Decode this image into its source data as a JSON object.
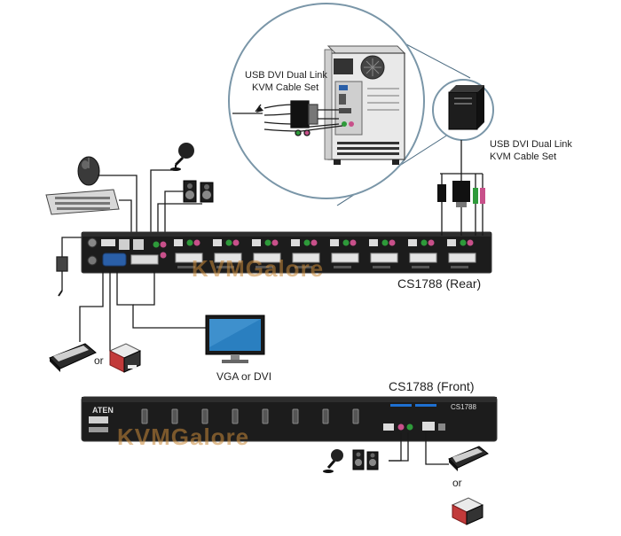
{
  "labels": {
    "cable_set_zoom_line1": "USB DVI Dual Link",
    "cable_set_zoom_line2": "KVM Cable Set",
    "cable_set_right_line1": "USB DVI Dual Link",
    "cable_set_right_line2": "KVM Cable Set",
    "rear_title": "CS1788 (Rear)",
    "front_title": "CS1788 (Front)",
    "monitor_caption": "VGA or DVI",
    "or_left": "or",
    "or_right": "or"
  },
  "front_panel": {
    "brand": "ATEN",
    "model": "CS1788"
  },
  "watermark": "KVMGalore",
  "colors": {
    "line": "#1a1a1a",
    "circle_outline": "#7a96a8",
    "zoom_line": "#4a6a80",
    "chassis": "#1c1c1c",
    "chassis_edge": "#3a3a3a",
    "port_green": "#2e9a3a",
    "port_pink": "#c8508a",
    "screen_blue": "#2a7fc0",
    "led_blue": "#1e6fd0"
  }
}
